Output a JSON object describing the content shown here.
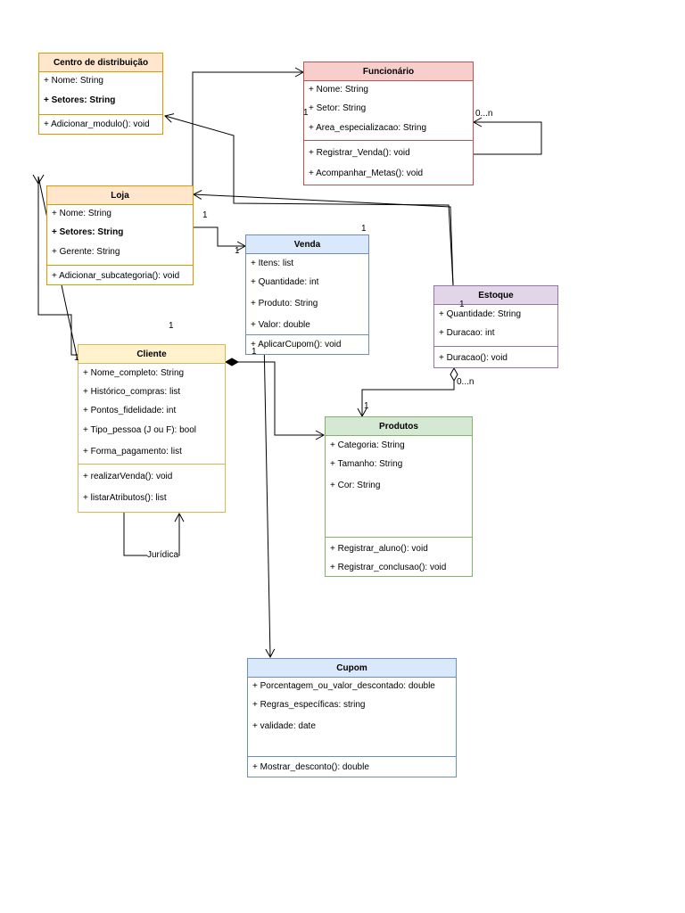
{
  "classes": {
    "centro": {
      "title": "Centro de distribuição",
      "attrs": [
        "+ Nome: String",
        "+ Setores: String"
      ],
      "methods": [
        "+ Adicionar_modulo(): void"
      ]
    },
    "funcionario": {
      "title": "Funcionário",
      "attrs": [
        "+ Nome: String",
        "+ Setor: String",
        "+ Area_especializacao: String"
      ],
      "methods": [
        "+ Registrar_Venda(): void",
        "+ Acompanhar_Metas(): void"
      ]
    },
    "loja": {
      "title": "Loja",
      "attrs": [
        "+ Nome: String",
        "+ Setores: String",
        "+ Gerente: String"
      ],
      "methods": [
        "+ Adicionar_subcategoria(): void"
      ]
    },
    "venda": {
      "title": "Venda",
      "attrs": [
        "+ Itens: list",
        "+ Quantidade: int",
        "+ Produto: String",
        "+ Valor: double"
      ],
      "methods": [
        "+ AplicarCupom(): void"
      ]
    },
    "estoque": {
      "title": "Estoque",
      "attrs": [
        "+ Quantidade: String",
        "+ Duracao: int"
      ],
      "methods": [
        "+ Duracao(): void"
      ]
    },
    "cliente": {
      "title": "Cliente",
      "attrs": [
        "+ Nome_completo: String",
        "+ Histórico_compras: list",
        "+ Pontos_fidelidade: int",
        "+ Tipo_pessoa (J ou F): bool",
        "+ Forma_pagamento: list"
      ],
      "methods": [
        "+ realizarVenda(): void",
        "+ listarAtributos(): list"
      ]
    },
    "produtos": {
      "title": "Produtos",
      "attrs": [
        "+ Categoria: String",
        "+ Tamanho: String",
        "+ Cor: String"
      ],
      "methods": [
        "+ Registrar_aluno(): void",
        "+ Registrar_conclusao(): void"
      ]
    },
    "cupom": {
      "title": "Cupom",
      "attrs": [
        "+ Porcentagem_ou_valor_descontado: double",
        "+ Regras_específicas: string",
        "+ validade: date"
      ],
      "methods": [
        "+ Mostrar_desconto(): double"
      ]
    }
  },
  "labels": {
    "func_one": "1",
    "func_self_mult": "0...n",
    "loja_venda_one": "1",
    "venda_one_left": "1",
    "venda_one_top": "1",
    "estoque_one": "1",
    "estoque_mult": "0...n",
    "produtos_one": "1",
    "free_one": "1",
    "cliente_one_right": "1",
    "cliente_one_left": "1",
    "juridica": "Jurídica"
  }
}
